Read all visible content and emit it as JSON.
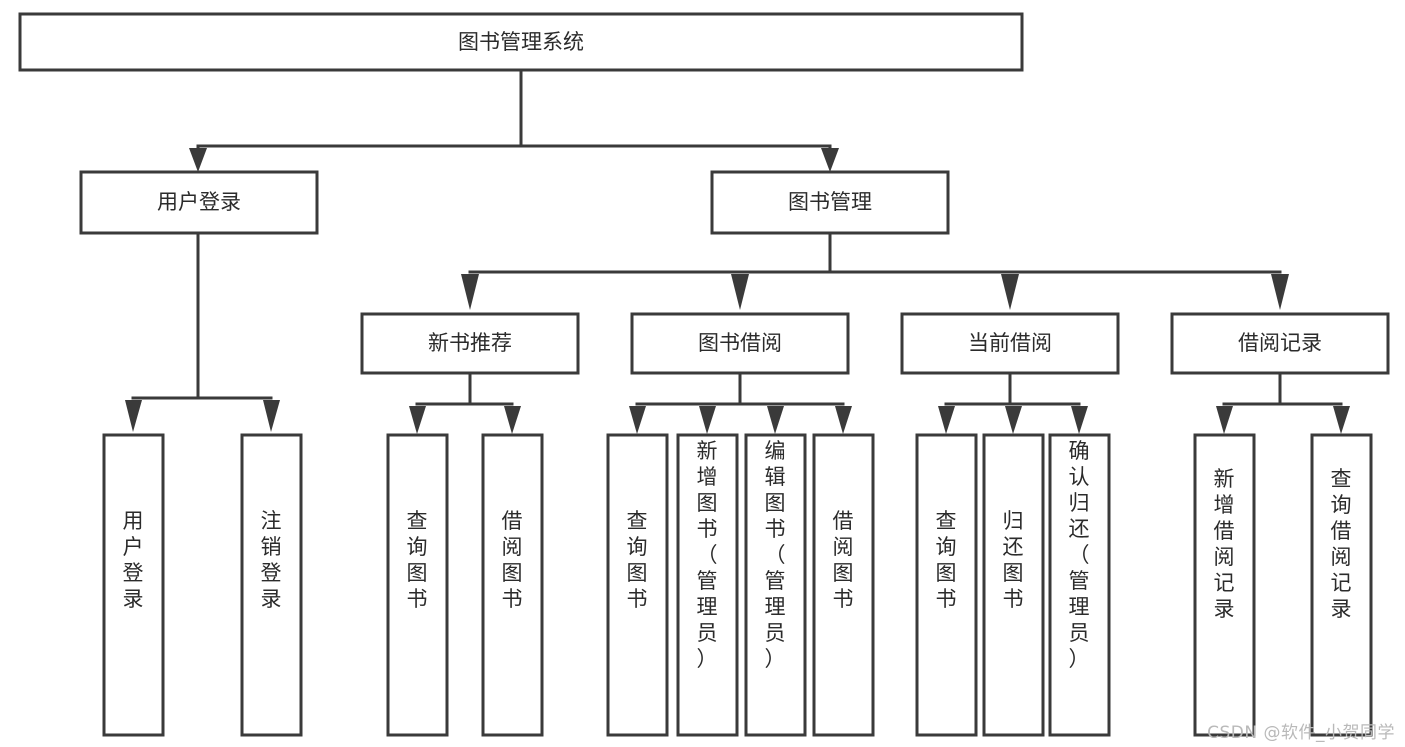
{
  "diagram": {
    "title": "图书管理系统",
    "type": "tree-hierarchy-diagram",
    "root": {
      "id": "root",
      "label": "图书管理系统"
    },
    "level2": [
      {
        "id": "user-login",
        "label": "用户登录"
      },
      {
        "id": "book-manage",
        "label": "图书管理"
      }
    ],
    "level3": [
      {
        "id": "new-book-rec",
        "label": "新书推荐",
        "parent": "book-manage"
      },
      {
        "id": "book-borrow",
        "label": "图书借阅",
        "parent": "book-manage"
      },
      {
        "id": "current-borrow",
        "label": "当前借阅",
        "parent": "book-manage"
      },
      {
        "id": "borrow-record",
        "label": "借阅记录",
        "parent": "book-manage"
      }
    ],
    "leaves": [
      {
        "id": "leaf-user-login",
        "label": "用户登录",
        "parent": "user-login"
      },
      {
        "id": "leaf-logout-login",
        "label": "注销登录",
        "parent": "user-login"
      },
      {
        "id": "leaf-query-book-1",
        "label": "查询图书",
        "parent": "new-book-rec"
      },
      {
        "id": "leaf-borrow-book-1",
        "label": "借阅图书",
        "parent": "new-book-rec"
      },
      {
        "id": "leaf-query-book-2",
        "label": "查询图书",
        "parent": "book-borrow"
      },
      {
        "id": "leaf-add-book",
        "label": "新增图书（管理员）",
        "parent": "book-borrow"
      },
      {
        "id": "leaf-edit-book",
        "label": "编辑图书（管理员）",
        "parent": "book-borrow"
      },
      {
        "id": "leaf-borrow-book-2",
        "label": "借阅图书",
        "parent": "book-borrow"
      },
      {
        "id": "leaf-query-book-3",
        "label": "查询图书",
        "parent": "current-borrow"
      },
      {
        "id": "leaf-return-book",
        "label": "归还图书",
        "parent": "current-borrow"
      },
      {
        "id": "leaf-confirm-return",
        "label": "确认归还（管理员）",
        "parent": "current-borrow"
      },
      {
        "id": "leaf-add-record",
        "label": "新增借阅记录",
        "parent": "borrow-record"
      },
      {
        "id": "leaf-query-record",
        "label": "查询借阅记录",
        "parent": "borrow-record"
      }
    ],
    "colors": {
      "stroke": "#3a3a3a",
      "fill": "#ffffff",
      "text": "#2b2b2b",
      "watermark": "#b9b9b9"
    }
  },
  "watermark": {
    "text": "CSDN @软件_小贺同学"
  }
}
